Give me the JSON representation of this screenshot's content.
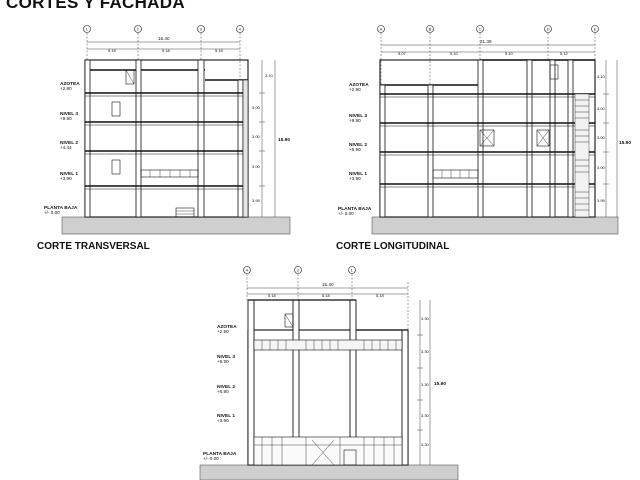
{
  "page": {
    "title": "CORTES Y FACHADA"
  },
  "levels": [
    {
      "name": "AZOTEA",
      "elev": "+2.90"
    },
    {
      "name": "NIVEL 3",
      "elev": "+9.90"
    },
    {
      "name": "NIVEL 2",
      "elev": "+6.90"
    },
    {
      "name": "NIVEL 1",
      "elev": "+3.90"
    },
    {
      "name": "PLANTA BAJA",
      "elev": "+/- 0.00"
    }
  ],
  "sections": [
    {
      "caption": "CORTE TRANSVERSAL",
      "axes": [
        "1",
        "2",
        "3",
        "4"
      ],
      "total_width": "16.40",
      "spans": [
        "5.18",
        "5.18",
        "5.18"
      ],
      "total_height": "15.90",
      "floor_heights": [
        "3.10",
        "3.00",
        "3.00",
        "3.00",
        "3.95"
      ],
      "level2_elev": "+4.44"
    },
    {
      "caption": "CORTE LONGITUDINAL",
      "axes": [
        "A",
        "B",
        "C",
        "D",
        "E"
      ],
      "total_width": "21.39",
      "spans": [
        "5.07",
        "5.10",
        "5.10",
        "5.12"
      ],
      "total_height": "15.90",
      "floor_heights": [
        "3.10",
        "3.00",
        "3.00",
        "3.00",
        "3.95"
      ]
    },
    {
      "caption": "",
      "axes": [
        "4",
        "3",
        "1"
      ],
      "total_width": "15.40",
      "spans": [
        "5.18",
        "5.18",
        "5.18"
      ],
      "total_height": "15.90",
      "floor_heights": [
        "3.30",
        "3.30",
        "3.30",
        "3.30",
        "3.30"
      ]
    }
  ]
}
